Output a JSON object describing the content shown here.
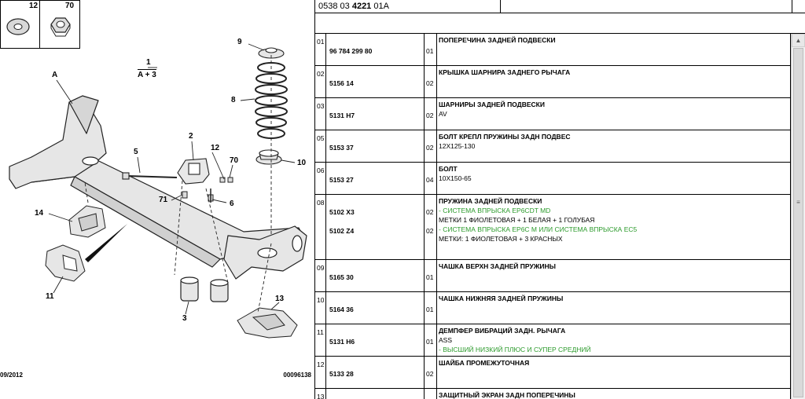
{
  "diagram": {
    "thumbs": [
      {
        "num": "12",
        "icon": "washer-icon"
      },
      {
        "num": "70",
        "icon": "nut-icon"
      }
    ],
    "callouts": {
      "A": "A",
      "c1": "1",
      "c1sub": "A + 3",
      "c2": "2",
      "c3": "3",
      "c5": "5",
      "c6": "6",
      "c8": "8",
      "c9": "9",
      "c10": "10",
      "c11": "11",
      "c12": "12",
      "c13": "13",
      "c14": "14",
      "c70": "70",
      "c71": "71"
    },
    "date": "09/2012",
    "ref": "00096138"
  },
  "header": {
    "code_prefix": "0538 03 ",
    "code_bold": "4221",
    "code_suffix": " 01A"
  },
  "rows": [
    {
      "idx": "01",
      "refs": [
        {
          "ref": "96 784 299 80",
          "qty": "01"
        }
      ],
      "lines": [
        {
          "t": "ПОПЕРЕЧИНА ЗАДНЕЙ ПОДВЕСКИ",
          "s": "title"
        }
      ]
    },
    {
      "idx": "02",
      "refs": [
        {
          "ref": "5156 14",
          "qty": "02"
        }
      ],
      "lines": [
        {
          "t": "КРЫШКА ШАРНИРА ЗАДНЕГО РЫЧАГА",
          "s": "title"
        }
      ]
    },
    {
      "idx": "03",
      "refs": [
        {
          "ref": "5131 H7",
          "qty": "02"
        }
      ],
      "lines": [
        {
          "t": "ШАРНИРЫ ЗАДНЕЙ ПОДВЕСКИ",
          "s": "title"
        },
        {
          "t": "AV",
          "s": "plain"
        }
      ]
    },
    {
      "idx": "05",
      "refs": [
        {
          "ref": "5153 37",
          "qty": "02"
        }
      ],
      "lines": [
        {
          "t": "БОЛТ КРЕПЛ ПРУЖИНЫ ЗАДН ПОДВЕС",
          "s": "title"
        },
        {
          "t": "12X125-130",
          "s": "plain"
        }
      ]
    },
    {
      "idx": "06",
      "refs": [
        {
          "ref": "5153 27",
          "qty": "04"
        }
      ],
      "lines": [
        {
          "t": "БОЛТ",
          "s": "title"
        },
        {
          "t": "10X150-65",
          "s": "plain"
        }
      ]
    },
    {
      "idx": "08",
      "refs": [
        {
          "ref": "5102 X3",
          "qty": "02"
        },
        {
          "ref": "5102 Z4",
          "qty": "02"
        }
      ],
      "lines": [
        {
          "t": "ПРУЖИНА ЗАДНЕЙ ПОДВЕСКИ",
          "s": "title"
        },
        {
          "t": "- СИСТЕМА ВПРЫСКА EP6CDT MD",
          "s": "green"
        },
        {
          "t": "МЕТКИ 1 ФИОЛЕТОВАЯ + 1 БЕЛАЯ + 1 ГОЛУБАЯ",
          "s": "plain"
        },
        {
          "t": "- СИСТЕМА ВПРЫСКА EP6C M ИЛИ СИСТЕМА ВПРЫСКА EC5",
          "s": "green"
        },
        {
          "t": "МЕТКИ: 1 ФИОЛЕТОВАЯ + 3 КРАСНЫХ",
          "s": "plain"
        }
      ]
    },
    {
      "idx": "09",
      "refs": [
        {
          "ref": "5165 30",
          "qty": "01"
        }
      ],
      "lines": [
        {
          "t": "ЧАШКА ВЕРХН ЗАДНЕЙ ПРУЖИНЫ",
          "s": "title"
        }
      ]
    },
    {
      "idx": "10",
      "refs": [
        {
          "ref": "5164 36",
          "qty": "01"
        }
      ],
      "lines": [
        {
          "t": "ЧАШКА НИЖНЯЯ ЗАДНЕЙ ПРУЖИНЫ",
          "s": "title"
        }
      ]
    },
    {
      "idx": "11",
      "refs": [
        {
          "ref": "5131 H6",
          "qty": "01"
        }
      ],
      "lines": [
        {
          "t": "ДЕМПФЕР ВИБРАЦИЙ ЗАДН. РЫЧАГА",
          "s": "title"
        },
        {
          "t": "ASS",
          "s": "plain"
        },
        {
          "t": "- ВЫСШИЙ НИЗКИЙ ПЛЮС И СУПЕР СРЕДНИЙ",
          "s": "green"
        }
      ]
    },
    {
      "idx": "12",
      "refs": [
        {
          "ref": "5133 28",
          "qty": "02"
        }
      ],
      "lines": [
        {
          "t": "ШАЙБА ПРОМЕЖУТОЧНАЯ",
          "s": "title"
        }
      ]
    },
    {
      "idx": "13",
      "refs": [],
      "lines": [
        {
          "t": "ЗАЩИТНЫЙ ЭКРАН ЗАДН ПОПЕРЕЧИНЫ",
          "s": "title"
        }
      ]
    }
  ],
  "colors": {
    "green": "#2b9a2b",
    "part_fill": "#e6e6e6",
    "part_stroke": "#222222"
  }
}
